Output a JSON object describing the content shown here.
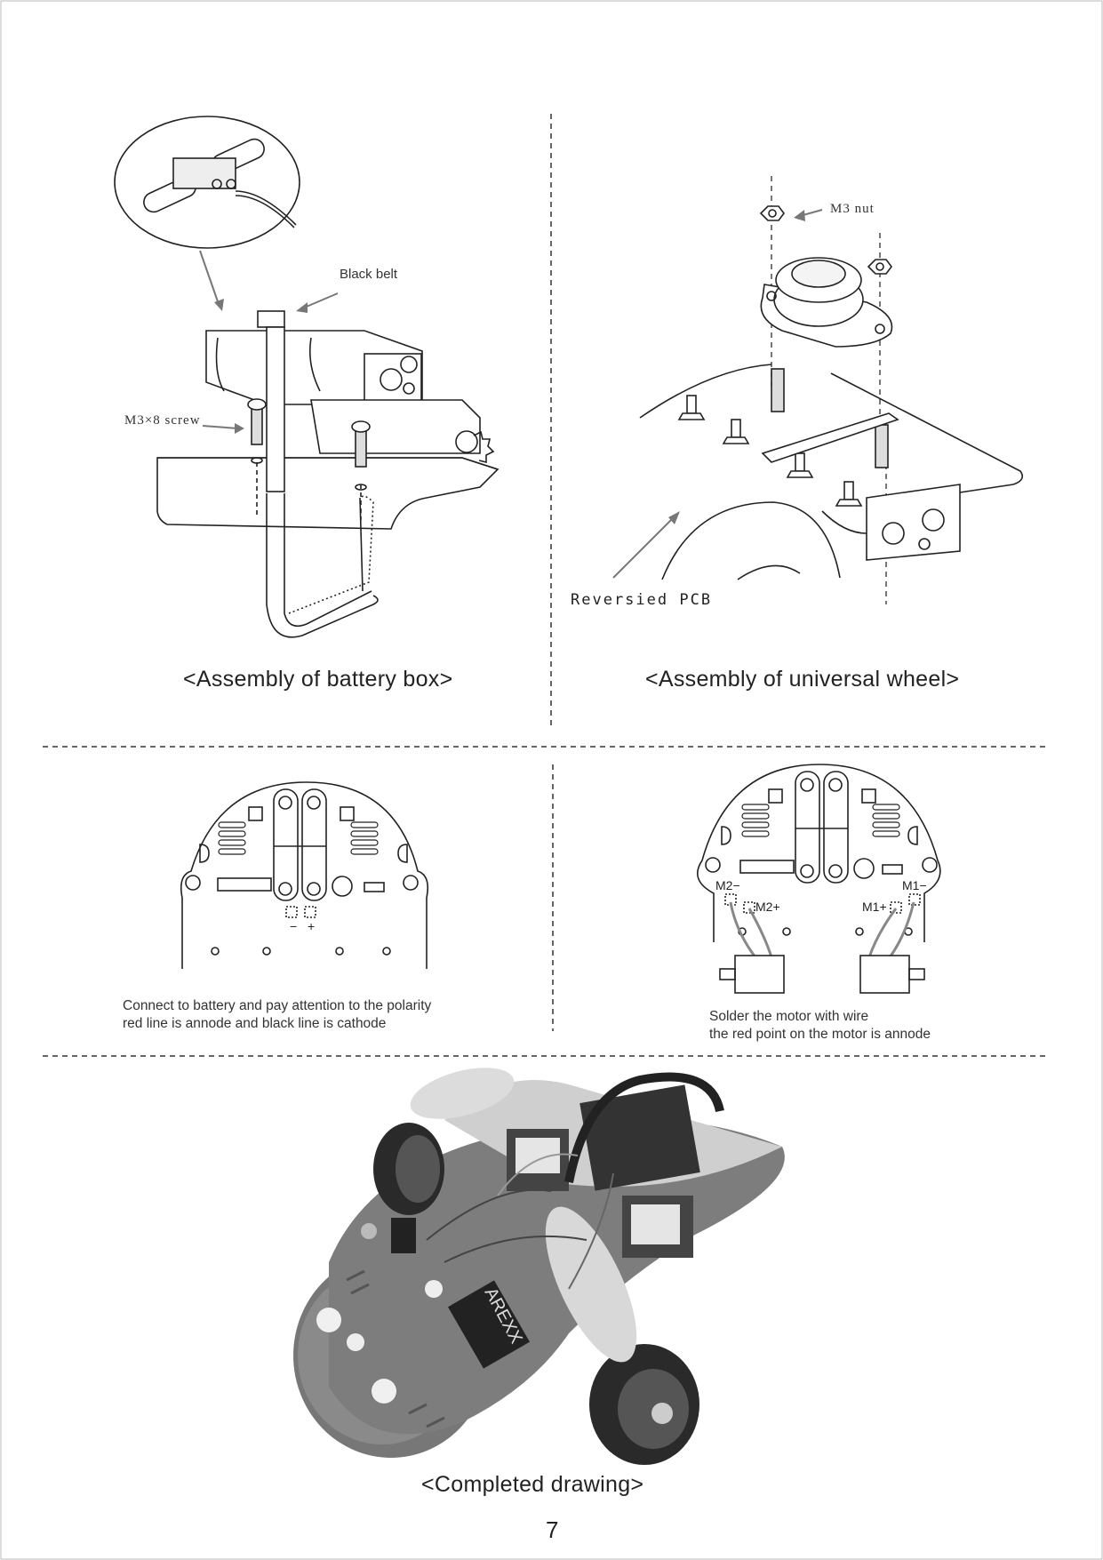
{
  "captions": {
    "battery_box": "<Assembly of battery box>",
    "universal_wheel": "<Assembly of universal wheel>",
    "completed": "<Completed drawing>"
  },
  "labels": {
    "black_belt": "Black belt",
    "screw": "M3×8 screw",
    "nut": "M3 nut",
    "pcb": "Reversied PCB",
    "m2_minus": "M2−",
    "m2_plus": "M2+",
    "m1_plus": "M1+",
    "m1_minus": "M1−",
    "pol_minus": "−",
    "pol_plus": "+",
    "arexx": "AREXX"
  },
  "notes": {
    "battery_line1": "Connect to battery and pay attention to the polarity",
    "battery_line2": "red line is annode and black line is cathode",
    "motor_line1": "Solder the motor with wire",
    "motor_line2": "the red point on the motor is annode"
  },
  "page_number": "7"
}
